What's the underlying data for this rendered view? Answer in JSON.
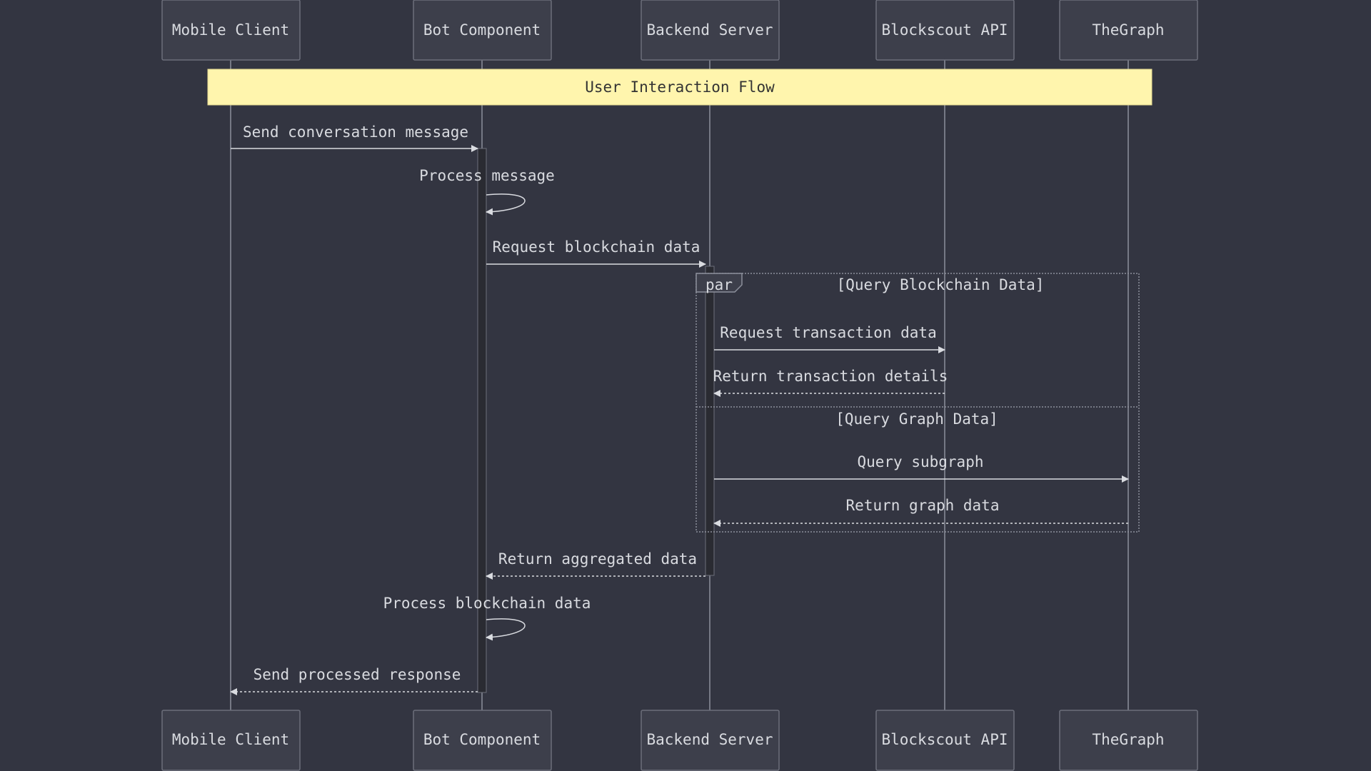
{
  "participants": [
    {
      "id": "mobile",
      "label": "Mobile Client"
    },
    {
      "id": "bot",
      "label": "Bot Component"
    },
    {
      "id": "backend",
      "label": "Backend Server"
    },
    {
      "id": "blockscout",
      "label": "Blockscout API"
    },
    {
      "id": "thegraph",
      "label": "TheGraph"
    }
  ],
  "note": {
    "text": "User Interaction Flow"
  },
  "fragment": {
    "keyword": "par",
    "sections": [
      {
        "label": "[Query Blockchain Data]"
      },
      {
        "label": "[Query Graph Data]"
      }
    ]
  },
  "messages": [
    {
      "from": "mobile",
      "to": "bot",
      "text": "Send conversation message",
      "style": "solid"
    },
    {
      "from": "bot",
      "to": "bot",
      "text": "Process message",
      "style": "self"
    },
    {
      "from": "bot",
      "to": "backend",
      "text": "Request blockchain data",
      "style": "solid"
    },
    {
      "from": "backend",
      "to": "blockscout",
      "text": "Request transaction data",
      "style": "solid"
    },
    {
      "from": "blockscout",
      "to": "backend",
      "text": "Return transaction details",
      "style": "dashed"
    },
    {
      "from": "backend",
      "to": "thegraph",
      "text": "Query subgraph",
      "style": "solid"
    },
    {
      "from": "thegraph",
      "to": "backend",
      "text": "Return graph data",
      "style": "dashed"
    },
    {
      "from": "backend",
      "to": "bot",
      "text": "Return aggregated data",
      "style": "dashed"
    },
    {
      "from": "bot",
      "to": "bot",
      "text": "Process blockchain data",
      "style": "self"
    },
    {
      "from": "bot",
      "to": "mobile",
      "text": "Send processed response",
      "style": "dashed"
    }
  ],
  "colors": {
    "background": "#333541",
    "line": "#8d909c",
    "box_fill": "#3d3f4b",
    "box_stroke": "#6c6f7b",
    "text": "#d9dbe0",
    "note_fill": "#fff5ad",
    "note_text": "#333333",
    "activation_fill": "#2a2b32",
    "fragment_stroke": "#8d909c"
  }
}
